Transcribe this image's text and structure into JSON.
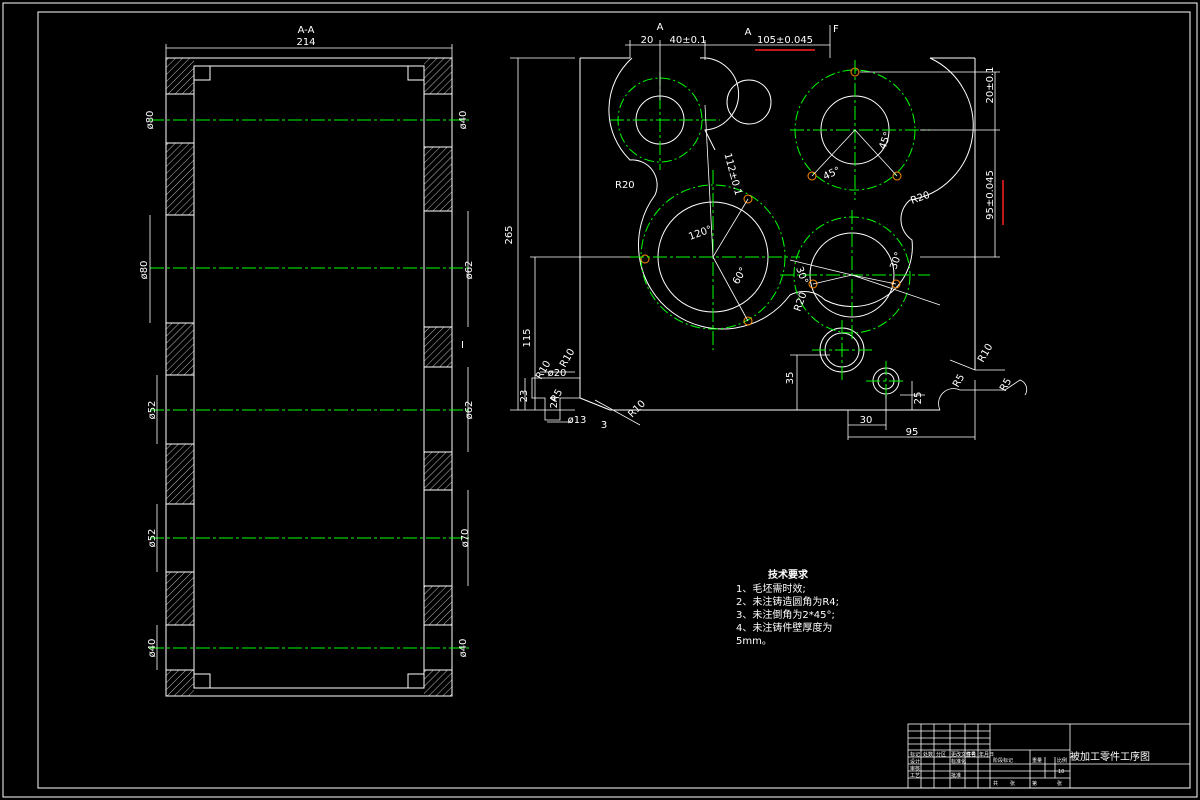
{
  "section_view": {
    "label": "A-A",
    "width_dim": "214",
    "left_dims": [
      "ø80",
      "ø80",
      "ø52",
      "ø52",
      "ø40"
    ],
    "right_dims": [
      "ø40",
      "ø62",
      "ø62",
      "ø70",
      "ø40"
    ],
    "side_mark": "I"
  },
  "plan_view": {
    "section_marks": [
      "A",
      "A"
    ],
    "datum_mark": "F",
    "top_dims": [
      "20",
      "40±0.1",
      "105±0.045"
    ],
    "right_dims": [
      "20±0.1",
      "95±0.045"
    ],
    "left_dims": [
      "265",
      "115",
      "23"
    ],
    "bottom_dims": [
      "30",
      "95",
      "35",
      "25"
    ],
    "radii": [
      "R20",
      "R20",
      "R20",
      "R10",
      "R10",
      "R5",
      "R5",
      "R10",
      "R10",
      "R5"
    ],
    "angles": [
      "45°",
      "45°",
      "120°",
      "60°",
      "30°",
      "30°"
    ],
    "inclined_dim": "112±0.1",
    "detail_dims": [
      "ø20",
      "ø13",
      "3",
      "24"
    ]
  },
  "tech_requirements": {
    "title": "技术要求",
    "items": [
      "1、毛坯需时效;",
      "2、未注铸造圆角为R4;",
      "3、未注倒角为2*45°;",
      "4、未注铸件壁厚度为",
      "5mm。"
    ]
  },
  "title_block": {
    "drawing_name": "被加工零件工序图",
    "scale_label": "10",
    "small_labels": [
      "标记",
      "处数",
      "分区",
      "更改文件号",
      "签名",
      "年月日",
      "设计",
      "标准化",
      "审核",
      "工艺",
      "批准",
      "阶段标记",
      "重量",
      "比例",
      "共",
      "张",
      "第",
      "张"
    ]
  },
  "colors": {
    "outline": "#ffffff",
    "centerline": "#00ff00",
    "hatch": "#cccccc",
    "accent": "#ff2020",
    "hole": "#ff8c00"
  }
}
